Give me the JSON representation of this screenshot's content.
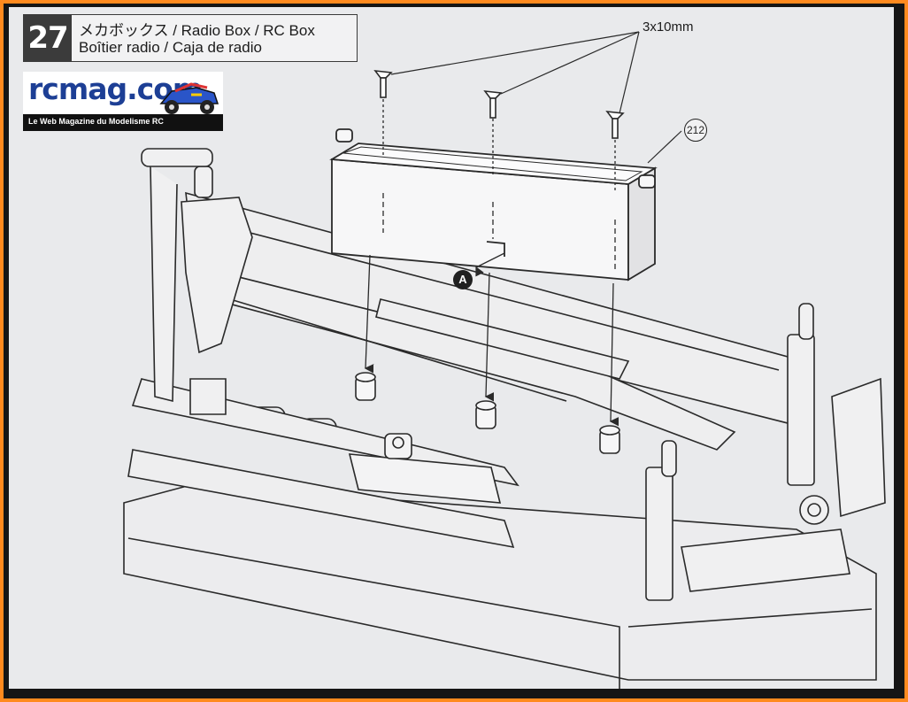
{
  "step": {
    "number": "27",
    "title_line1": "メカボックス / Radio Box / RC Box",
    "title_line2": "Boîtier radio / Caja de radio"
  },
  "watermark": {
    "brand": "rcmag.com",
    "tagline": "Le Web Magazine du Modelisme RC"
  },
  "callouts": {
    "screw_spec": "3x10mm",
    "part_number": "212",
    "detail_marker": "A"
  },
  "colors": {
    "border_orange": "#ff8a1e",
    "frame_black": "#151515",
    "paper": "#e9eaec",
    "line": "#2a2a2a",
    "logo_blue": "#1d3f95"
  }
}
